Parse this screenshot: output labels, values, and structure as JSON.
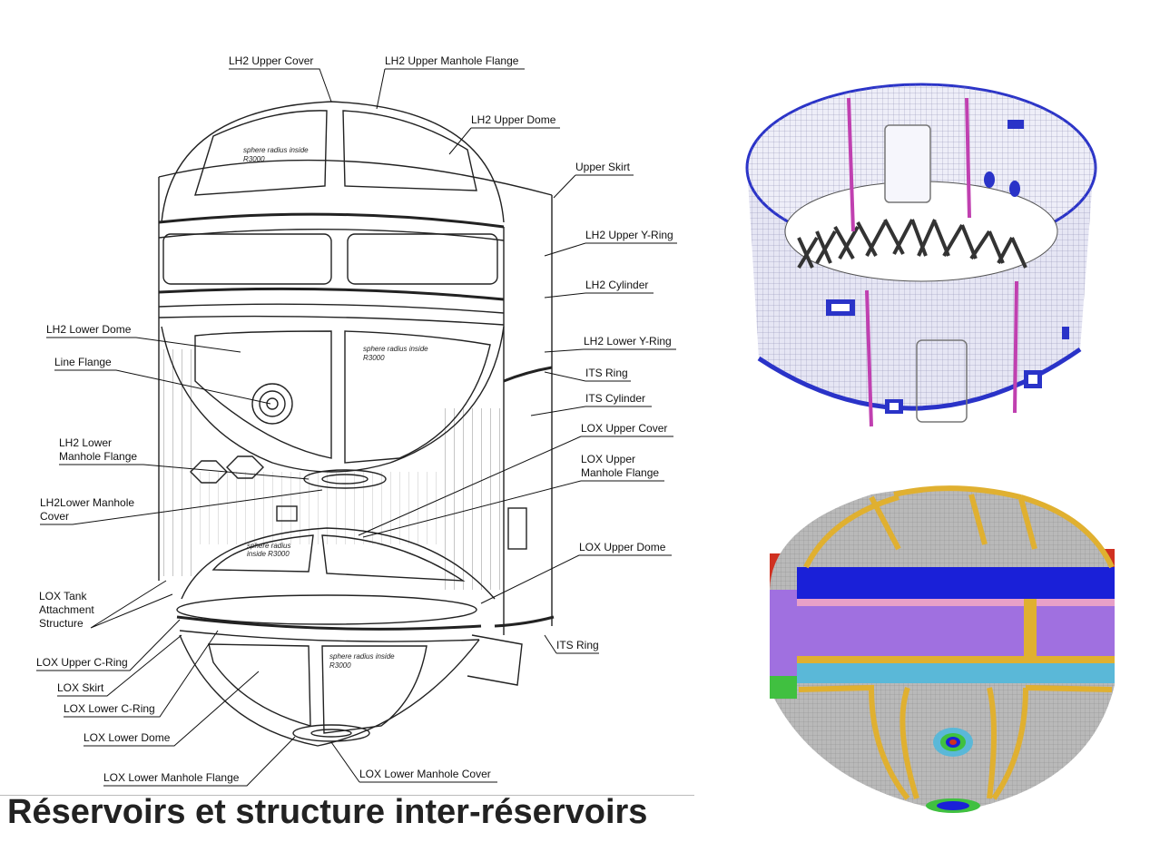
{
  "caption": "Réservoirs et structure inter-réservoirs",
  "labels": {
    "lh2_upper_cover": "LH2 Upper Cover",
    "lh2_upper_manhole_flange": "LH2 Upper Manhole Flange",
    "lh2_upper_dome": "LH2 Upper Dome",
    "upper_skirt": "Upper Skirt",
    "lh2_upper_y_ring": "LH2 Upper Y-Ring",
    "lh2_cylinder": "LH2 Cylinder",
    "lh2_lower_dome": "LH2 Lower Dome",
    "lh2_lower_y_ring": "LH2 Lower Y-Ring",
    "line_flange": "Line Flange",
    "its_ring_upper": "ITS Ring",
    "its_cylinder": "ITS Cylinder",
    "lh2_lower_manhole_flange_1": "LH2 Lower",
    "lh2_lower_manhole_flange_2": "Manhole Flange",
    "lox_upper_cover": "LOX Upper Cover",
    "lox_upper_manhole_flange_1": "LOX Upper",
    "lox_upper_manhole_flange_2": "Manhole Flange",
    "lh2_lower_manhole_cover_1": "LH2Lower Manhole",
    "lh2_lower_manhole_cover_2": "Cover",
    "lox_upper_dome": "LOX Upper Dome",
    "lox_tank_attachment_1": "LOX Tank",
    "lox_tank_attachment_2": "Attachment",
    "lox_tank_attachment_3": "Structure",
    "its_ring_lower": "ITS Ring",
    "lox_upper_c_ring": "LOX Upper C-Ring",
    "lox_skirt": "LOX Skirt",
    "lox_lower_c_ring": "LOX Lower C-Ring",
    "lox_lower_dome": "LOX Lower Dome",
    "lox_lower_manhole_flange": "LOX Lower Manhole Flange",
    "lox_lower_manhole_cover": "LOX Lower Manhole Cover"
  },
  "annotations": {
    "upper_sphere_1": "sphere radius inside",
    "upper_sphere_2": "R3000",
    "lower_sphere_1": "sphere radius inside",
    "lower_sphere_2": "R3000",
    "lox_small_1": "sphere radius",
    "lox_small_2": "inside R3000",
    "lox_lower_1": "sphere radius inside",
    "lox_lower_2": "R3000"
  },
  "colors": {
    "fem_blue": "#2a33c8",
    "fem_mesh": "#dcdcf0",
    "fem_magenta": "#c040b0",
    "fem_yellow": "#e0b030",
    "fem_grey": "#b8b8b8",
    "fem_violet": "#a070e0",
    "fem_cyan": "#5ab8d8",
    "fem_red": "#d03020"
  }
}
